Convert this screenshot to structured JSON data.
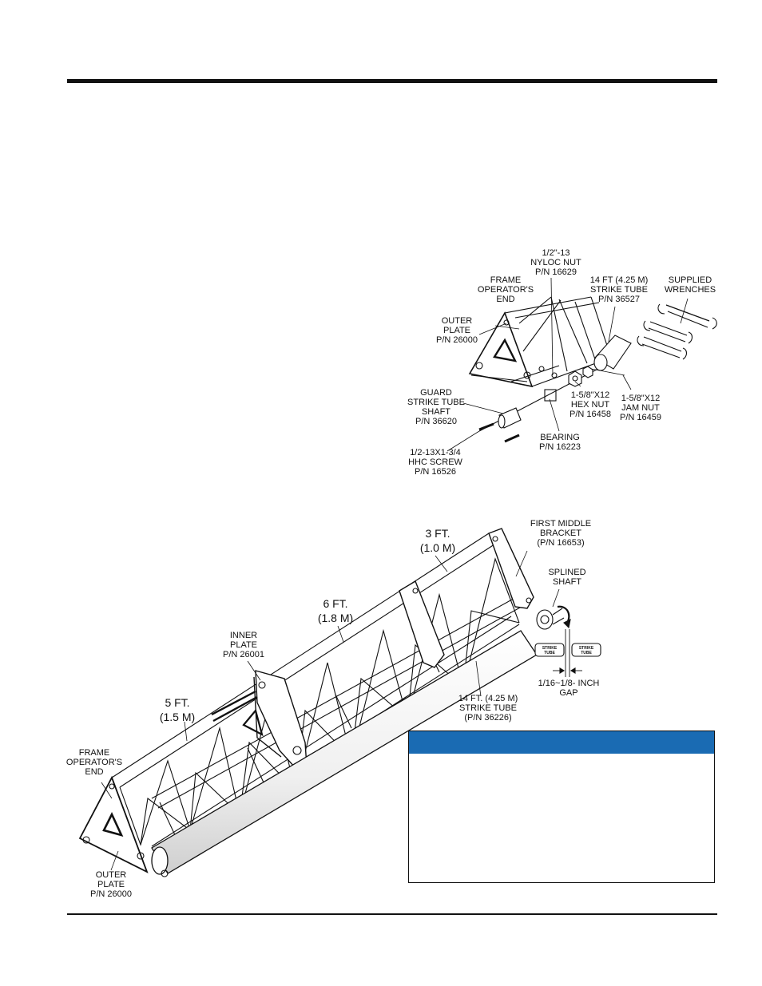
{
  "figure_top": {
    "nyloc_nut": [
      "1/2\"-13",
      "NYLOC NUT",
      "P/N 16629"
    ],
    "frame_end": [
      "FRAME",
      "OPERATOR'S",
      "END"
    ],
    "strike_tube": [
      "14 FT (4.25 M)",
      "STRIKE TUBE",
      "P/N 36527"
    ],
    "wrenches": [
      "SUPPLIED",
      "WRENCHES"
    ],
    "outer_plate": [
      "OUTER",
      "PLATE",
      "P/N 26000"
    ],
    "guard": [
      "GUARD",
      "STRIKE TUBE",
      "SHAFT",
      "P/N 36620"
    ],
    "hex_nut": [
      "1-5/8\"X12",
      "HEX NUT",
      "P/N 16458"
    ],
    "jam_nut": [
      "1-5/8\"X12",
      "JAM NUT",
      "P/N 16459"
    ],
    "bearing": [
      "BEARING",
      "P/N 16223"
    ],
    "screw": [
      "1/2-13X1-3/4",
      "HHC SCREW",
      "P/N 16526"
    ]
  },
  "figure_bottom": {
    "dim_3ft": [
      "3 FT.",
      "(1.0 M)"
    ],
    "dim_6ft": [
      "6 FT.",
      "(1.8 M)"
    ],
    "dim_5ft": [
      "5 FT.",
      "(1.5 M)"
    ],
    "first_middle": [
      "FIRST MIDDLE",
      "BRACKET",
      "(P/N 16653)"
    ],
    "splined": [
      "SPLINED",
      "SHAFT"
    ],
    "inner_plate": [
      "INNER",
      "PLATE",
      "P/N 26001"
    ],
    "tag_left": [
      "STRIKE",
      "TUBE"
    ],
    "tag_right": [
      "STRIKE",
      "TUBE"
    ],
    "gap": [
      "1/16~1/8- INCH",
      "GAP"
    ],
    "strike_tube": [
      "14 FT. (4.25 M)",
      "STRIKE TUBE",
      "(P/N 36226)"
    ],
    "frame_end": [
      "FRAME",
      "OPERATOR'S",
      "END"
    ],
    "outer_plate": [
      "OUTER",
      "PLATE",
      "P/N 26000"
    ]
  },
  "colors": {
    "notice_bar": "#1a6bb3",
    "ink": "#111111"
  }
}
